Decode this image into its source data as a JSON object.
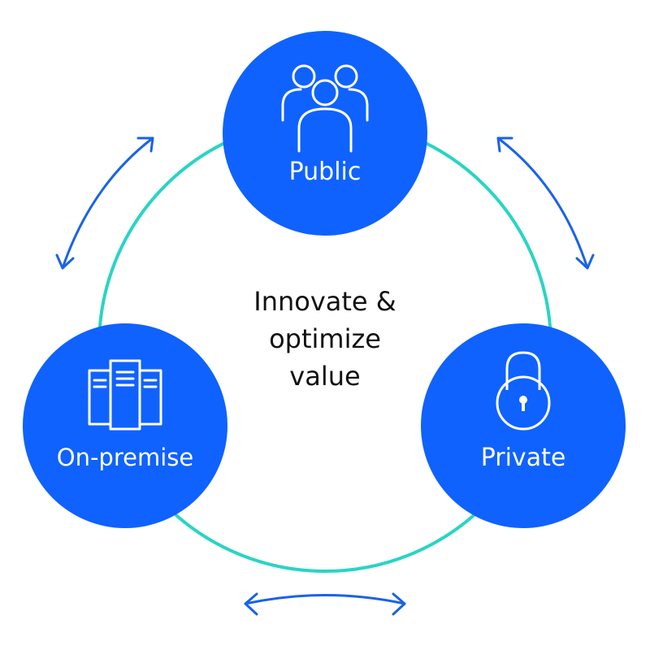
{
  "center": {
    "line1": "Innovate &",
    "line2": "optimize",
    "line3": "value"
  },
  "nodes": {
    "public": {
      "label": "Public",
      "icon": "people-group-icon"
    },
    "onprem": {
      "label": "On-premise",
      "icon": "server-documents-icon"
    },
    "private": {
      "label": "Private",
      "icon": "padlock-icon"
    }
  },
  "colors": {
    "node": "#0f62fe",
    "ring": "#2ad4c4",
    "arrow": "#1a63e6",
    "text": "#111111"
  }
}
